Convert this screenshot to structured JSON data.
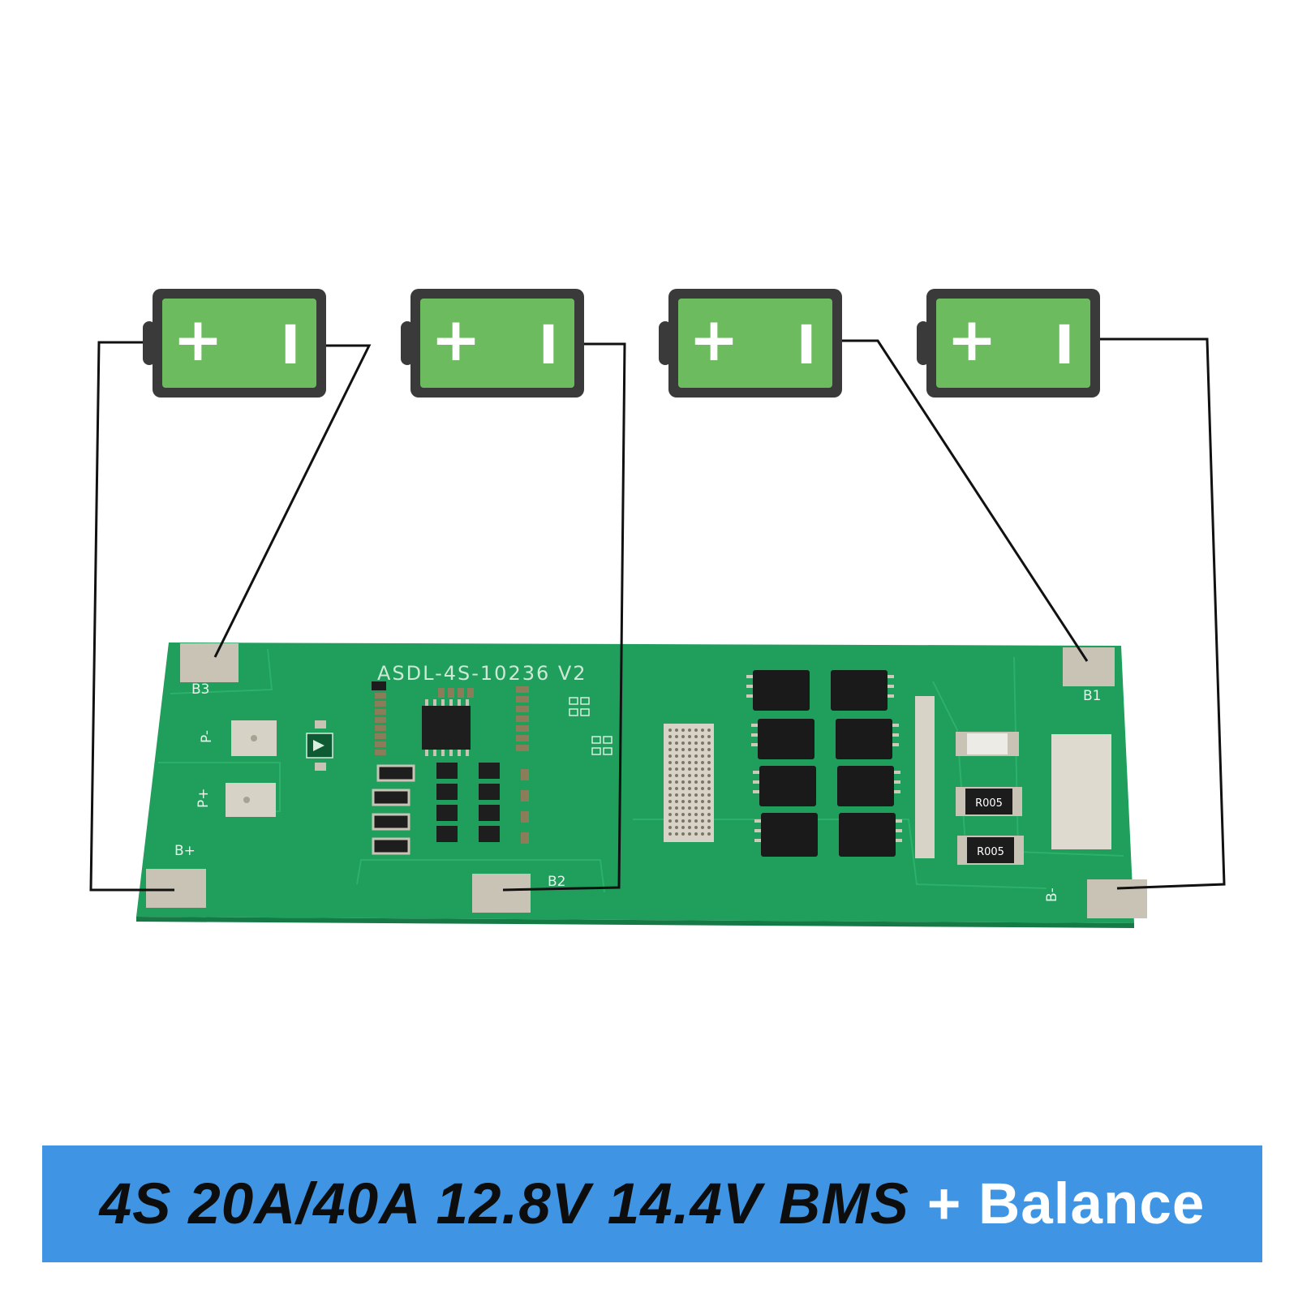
{
  "colors": {
    "battery_fill": "#6dbb5f",
    "battery_frame": "#3a3a3a",
    "pcb": "#1f9e5c",
    "pad": "#c9c3b6",
    "wire": "#111111",
    "banner_bg": "#3f95e3",
    "banner_dark_text": "#0d0d0d",
    "banner_light_text": "#ffffff"
  },
  "batteries": [
    {
      "plus": "+",
      "minus": "I",
      "icon": "battery-cell-icon"
    },
    {
      "plus": "+",
      "minus": "I",
      "icon": "battery-cell-icon"
    },
    {
      "plus": "+",
      "minus": "I",
      "icon": "battery-cell-icon"
    },
    {
      "plus": "+",
      "minus": "I",
      "icon": "battery-cell-icon"
    }
  ],
  "board": {
    "model": "ASDL-4S-10236 V2",
    "pads": {
      "b3": "B3",
      "b1": "B1",
      "b2": "B2",
      "b_plus": "B+",
      "b_minus": "B-",
      "p_minus": "P-",
      "p_plus": "P+"
    },
    "resistor_1": "R005",
    "resistor_2": "R005"
  },
  "banner": {
    "dark_text": "4S 20A/40A 12.8V 14.4V BMS",
    "light_text": "+ Balance"
  }
}
